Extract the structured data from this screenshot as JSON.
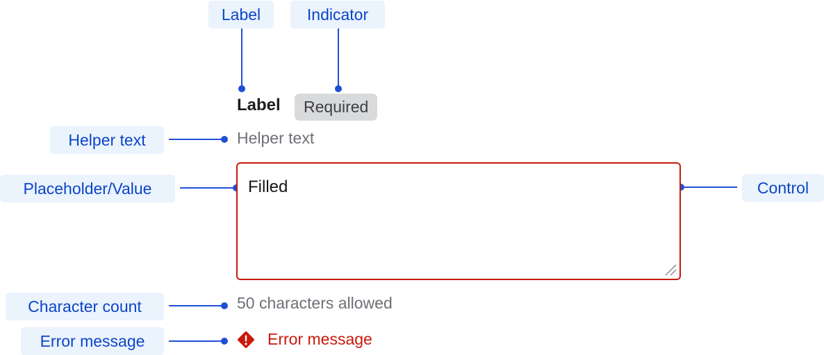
{
  "annotations": {
    "label": "Label",
    "indicator": "Indicator",
    "helper_text": "Helper text",
    "placeholder_value": "Placeholder/Value",
    "control": "Control",
    "character_count": "Character count",
    "error_message": "Error message"
  },
  "field": {
    "label": "Label",
    "required_badge": "Required",
    "helper_text": "Helper text",
    "value": "Filled",
    "character_count": "50 characters allowed",
    "error_message": "Error message"
  },
  "colors": {
    "annotation_bg": "#ebf3fd",
    "annotation_text": "#0b45c7",
    "leader_line": "#1f4fd6",
    "error": "#c9190b",
    "badge_bg": "#d9dadb",
    "muted_text": "#6e7077"
  },
  "icons": {
    "error": "exclamation-diamond-icon",
    "resize": "resize-grip-icon"
  }
}
